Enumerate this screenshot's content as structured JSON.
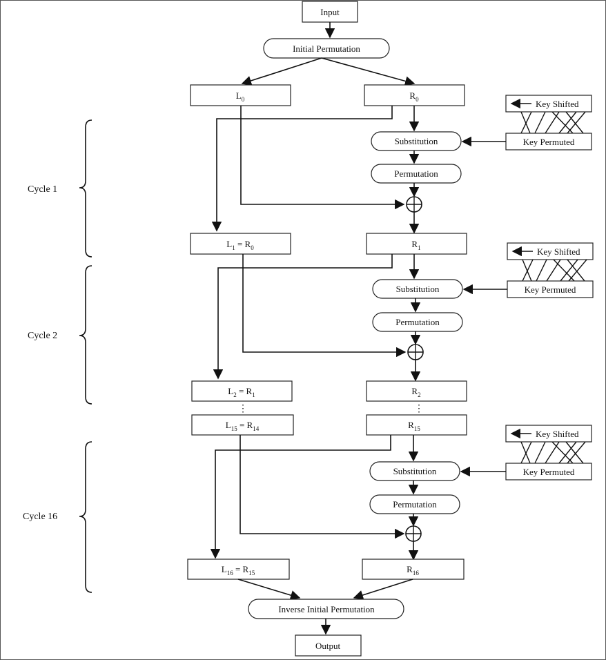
{
  "input_label": "Input",
  "initial_permutation_label": "Initial Permutation",
  "substitution_label": "Substitution",
  "permutation_label": "Permutation",
  "key_shifted_label": "Key Shifted",
  "key_permuted_label": "Key Permuted",
  "inverse_permutation_label": "Inverse Initial Permutation",
  "output_label": "Output",
  "cycles": {
    "c1": "Cycle 1",
    "c2": "Cycle 2",
    "c16": "Cycle 16"
  },
  "blocks": {
    "L0": {
      "main": "L",
      "sub": "0"
    },
    "R0": {
      "main": "R",
      "sub": "0"
    },
    "L1": {
      "main": "L",
      "sub": "1",
      "eq": " = R",
      "eq_sub": "0"
    },
    "R1": {
      "main": "R",
      "sub": "1"
    },
    "L2": {
      "main": "L",
      "sub": "2",
      "eq": " = R",
      "eq_sub": "1"
    },
    "R2": {
      "main": "R",
      "sub": "2"
    },
    "L15": {
      "main": "L",
      "sub": "15",
      "eq": " = R",
      "eq_sub": "14"
    },
    "R15": {
      "main": "R",
      "sub": "15"
    },
    "L16": {
      "main": "L",
      "sub": "16",
      "eq": " = R",
      "eq_sub": "15"
    },
    "R16": {
      "main": "R",
      "sub": "16"
    }
  },
  "ellipsis": "⋮"
}
